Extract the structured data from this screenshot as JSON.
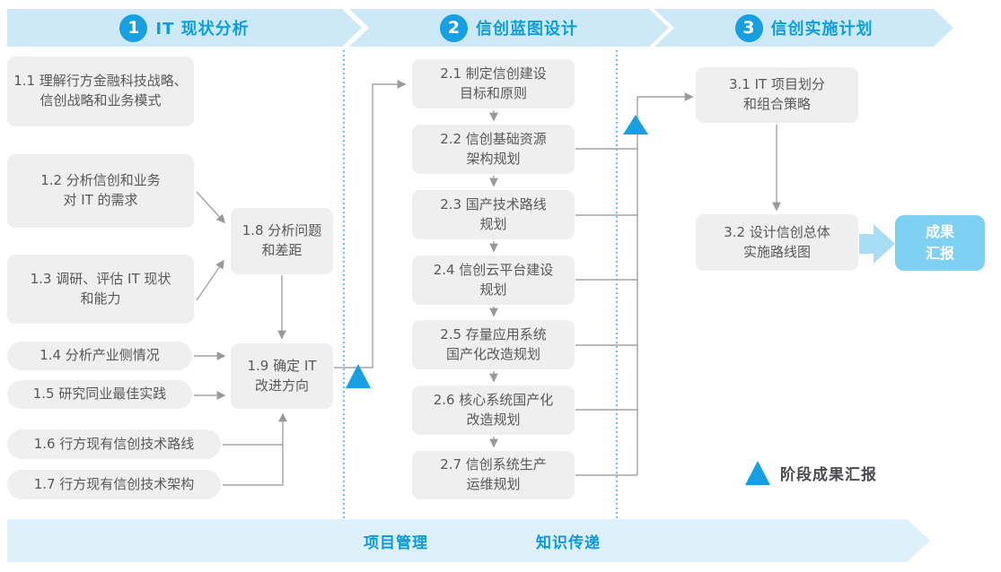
{
  "phases": [
    {
      "number": "1",
      "title": "IT 现状分析"
    },
    {
      "number": "2",
      "title": "信创蓝图设计"
    },
    {
      "number": "3",
      "title": "信创实施计划"
    }
  ],
  "nodes": {
    "n1_1": "1.1 理解行方金融科技战略、\n信创战略和业务模式",
    "n1_2": "1.2 分析信创和业务\n对 IT 的需求",
    "n1_3": "1.3 调研、评估 IT 现状\n和能力",
    "n1_4": "1.4 分析产业侧情况",
    "n1_5": "1.5 研究同业最佳实践",
    "n1_6": "1.6 行方现有信创技术路线",
    "n1_7": "1.7 行方现有信创技术架构",
    "n1_8": "1.8 分析问题\n和差距",
    "n1_9": "1.9 确定 IT\n改进方向",
    "n2_1": "2.1 制定信创建设\n目标和原则",
    "n2_2": "2.2 信创基础资源\n架构规划",
    "n2_3": "2.3 国产技术路线\n规划",
    "n2_4": "2.4 信创云平台建设\n规划",
    "n2_5": "2.5 存量应用系统\n国产化改造规划",
    "n2_6": "2.6 核心系统国产化\n改造规划",
    "n2_7": "2.7 信创系统生产\n运维规划",
    "n3_1": "3.1 IT 项目划分\n和组合策略",
    "n3_2": "3.2 设计信创总体\n实施路线图"
  },
  "outcome_label": "成果\n汇报",
  "legend": {
    "milestone_label": "阶段成果汇报"
  },
  "bottom_bar": {
    "left_label": "项目管理",
    "right_label": "知识传递"
  },
  "colors": {
    "accent_blue": "#16a0e2",
    "header_band_blue": "#cde9f7",
    "header_text_blue": "#0c9fe0",
    "node_gray": "#efeff0",
    "node_text_gray": "#58595b",
    "connector_gray": "#a3a3a6",
    "dotted_separator_blue": "#55b9e9",
    "outcome_box_blue": "#7ed1f3",
    "outcome_arrow_blue": "#a9dcf5",
    "bottom_band_blue": "#def1fb"
  }
}
